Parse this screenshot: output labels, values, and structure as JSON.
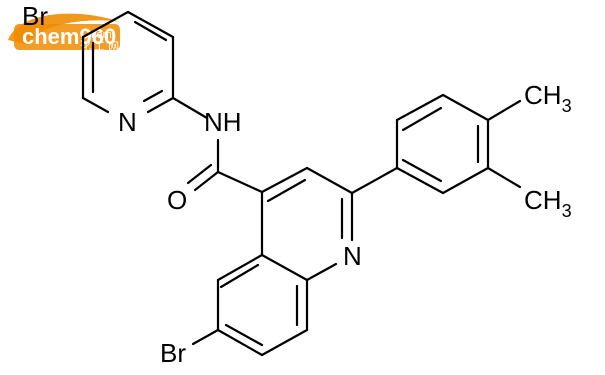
{
  "watermark": {
    "brand": "chem960",
    "domain_text": ".com",
    "tagline": "化 工 网",
    "color": "#f08c00"
  },
  "atoms": {
    "br_pyridine": "Br",
    "n_pyridine": "N",
    "nh": "NH",
    "o_carbonyl": "O",
    "n_quinoline": "N",
    "br_quinoline": "Br",
    "ch3_top": "CH",
    "ch3_top_sub": "3",
    "ch3_bottom": "CH",
    "ch3_bottom_sub": "3"
  },
  "colors": {
    "bond": "#000000",
    "label": "#000000",
    "background": "#ffffff"
  }
}
